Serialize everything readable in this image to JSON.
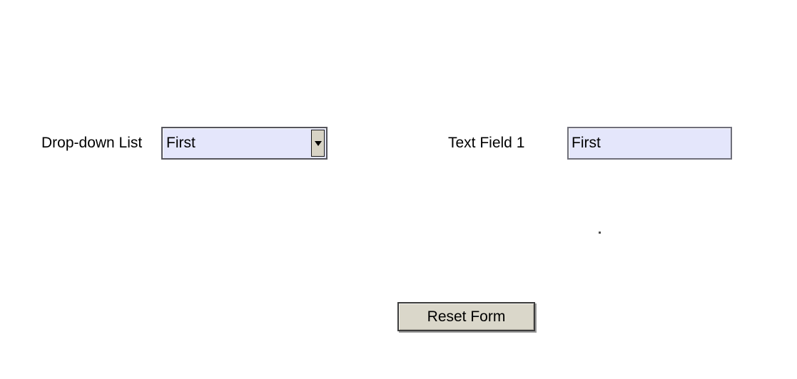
{
  "form": {
    "dropdown": {
      "label": "Drop-down List",
      "value": "First"
    },
    "text_field": {
      "label": "Text Field 1",
      "value": "First"
    },
    "reset_button": {
      "label": "Reset Form"
    },
    "icons": {
      "dropdown_arrow": "triangle-down"
    }
  },
  "colors": {
    "field_background": "#e4e6fb",
    "dropdown_border": "#55555c",
    "text_field_border": "#6f6f7a",
    "button_face": "#dad7ca",
    "button_border": "#3c3c3c",
    "arrow_face": "#d7d3c5",
    "text_color": "#000000"
  }
}
